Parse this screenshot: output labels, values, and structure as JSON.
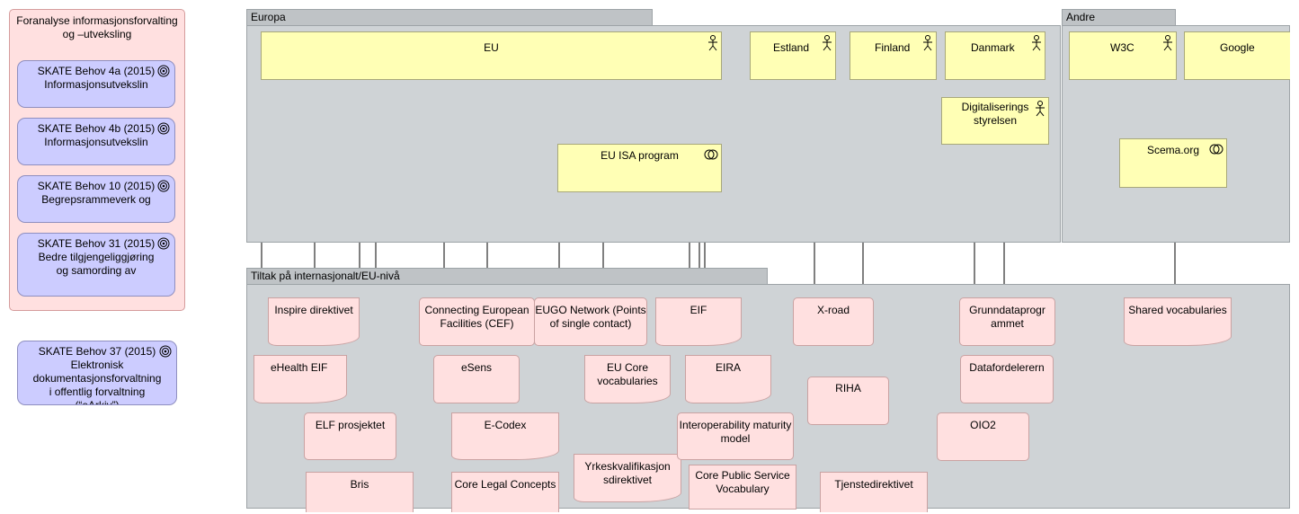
{
  "left_panel": {
    "title": "Foranalyse informasjonsforvalting og –utveksling",
    "goals": [
      {
        "text": "SKATE Behov 4a (2015) Informasjonsutvekslin"
      },
      {
        "text": "SKATE Behov 4b (2015) Informasjonsutvekslin"
      },
      {
        "text": "SKATE Behov 10 (2015) Begrepsrammeverk og"
      },
      {
        "text": "SKATE Behov 31 (2015) Bedre tilgjengeliggjøring og samording av"
      }
    ]
  },
  "standalone_goal": {
    "text": "SKATE Behov 37 (2015) Elektronisk dokumentasjonsforvaltning i offentlig forvaltning (“eArkiv”)"
  },
  "groups": {
    "europa": "Europa",
    "andre": "Andre",
    "tiltak": "Tiltak på internasjonalt/EU-nivå"
  },
  "actors": {
    "eu": "EU",
    "estland": "Estland",
    "finland": "Finland",
    "danmark": "Danmark",
    "digst": "Digitaliserings styrelsen",
    "w3c": "W3C",
    "google": "Google"
  },
  "services": {
    "eu_isa": "EU ISA program",
    "schema": "Scema.org"
  },
  "items": {
    "inspire": "Inspire direktivet",
    "ehealth": "eHealth EIF",
    "elf": "ELF prosjektet",
    "bris": "Bris",
    "cef": "Connecting European Facilities (CEF)",
    "esens": "eSens",
    "ecodex": "E-Codex",
    "corelegal": "Core Legal Concepts",
    "eugo": "EUGO Network (Points of single contact)",
    "eucore": "EU Core vocabularies",
    "yrkes": "Yrkeskvalifikasjon sdirektivet",
    "eif": "EIF",
    "eira": "EIRA",
    "imm": "Interoperability maturity model",
    "cpsv": "Core Public Service Vocabulary",
    "xroad": "X-road",
    "riha": "RIHA",
    "tjeneste": "Tjenstedirektivet",
    "grunndata": "Grunndataprogr ammet",
    "datafordeler": "Datafordelerern",
    "oio2": "OIO2",
    "shared": "Shared vocabularies"
  },
  "icons": {
    "actor": "actor-stick-figure-icon",
    "goal": "goal-target-icon",
    "service": "service-rounded-rect-icon"
  }
}
